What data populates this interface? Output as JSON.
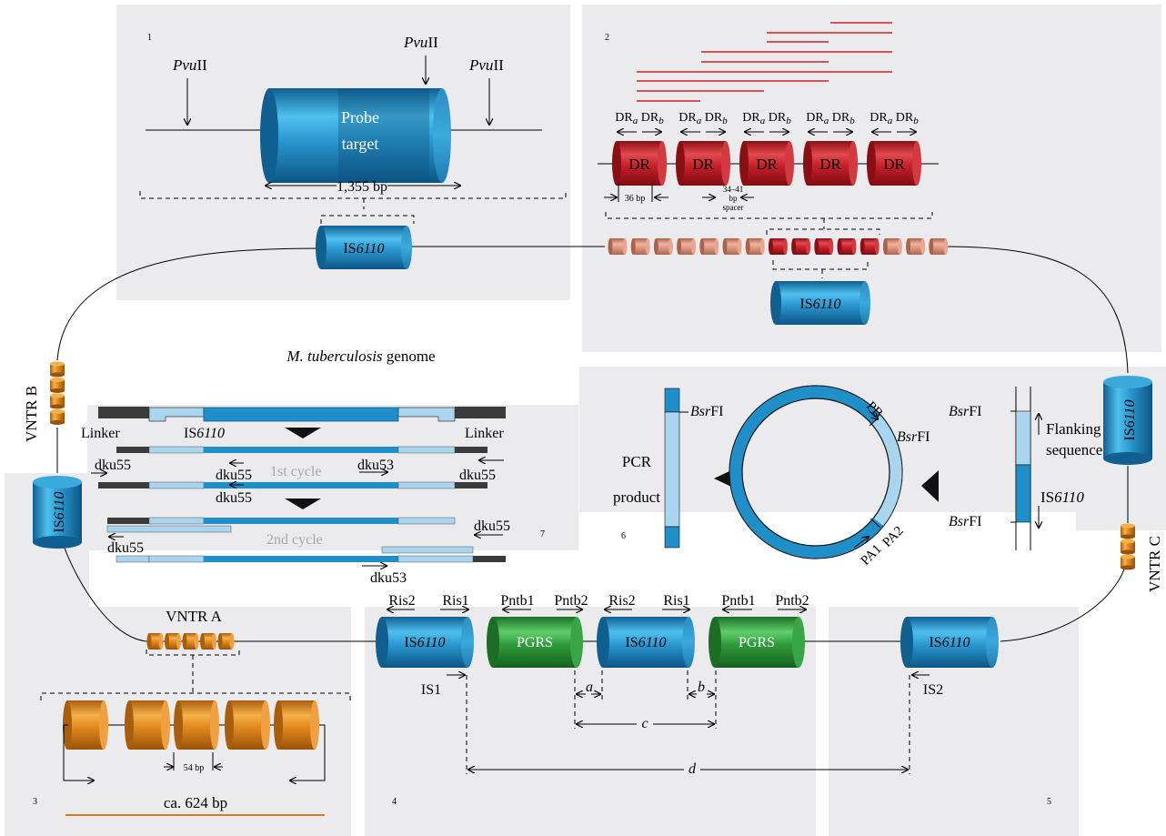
{
  "panels": {
    "p1": {
      "num": "1",
      "pvu_a": "Pvu",
      "pvu_b": "II",
      "probe_1": "Probe",
      "probe_2": "target",
      "size": "1,355 bp"
    },
    "p2": {
      "num": "2",
      "dr": "DR",
      "dra": "DR",
      "sub_a": "a",
      "drb": "DR",
      "sub_b": "b",
      "dr36": "36 bp",
      "sp1": "34–41",
      "sp2": "bp",
      "sp3": "spacer"
    },
    "p3": {
      "num": "3",
      "vntr": "VNTR A",
      "bp54": "54 bp",
      "total": "ca. 624 bp"
    },
    "p4": {
      "num": "4",
      "ris2": "Ris2",
      "ris1": "Ris1",
      "pntb1": "Pntb1",
      "pntb2": "Pntb2",
      "pgrs": "PGRS",
      "is1": "IS1",
      "a": "a",
      "b": "b",
      "c": "c",
      "d": "d"
    },
    "p5": {
      "num": "5",
      "is2": "IS2"
    },
    "p6": {
      "num": "6",
      "bsr_a": "Bsr",
      "bsr_b": "FI",
      "pcr_1": "PCR",
      "pcr_2": "product",
      "pb": "PB",
      "pa1": "PA1",
      "pa2": "PA2",
      "flank_1": "Flanking",
      "flank_2": "sequence",
      "is": "IS6110"
    },
    "p7": {
      "num": "7",
      "linker": "Linker",
      "dku55": "dku55",
      "dku53": "dku53",
      "c1": "1st cycle",
      "c2": "2nd cycle"
    }
  },
  "is_label": {
    "a": "IS",
    "b": "6110"
  },
  "genome": {
    "a": "M. tuberculosis",
    "b": " genome"
  },
  "vntr_b": "VNTR B",
  "vntr_c": "VNTR C",
  "colors": {
    "blue": "#1f8fca",
    "red": "#c8202a",
    "green": "#2f9a3a",
    "orange": "#e0891c",
    "salmon": "#d98a6f",
    "panel": "#ebeaed"
  }
}
